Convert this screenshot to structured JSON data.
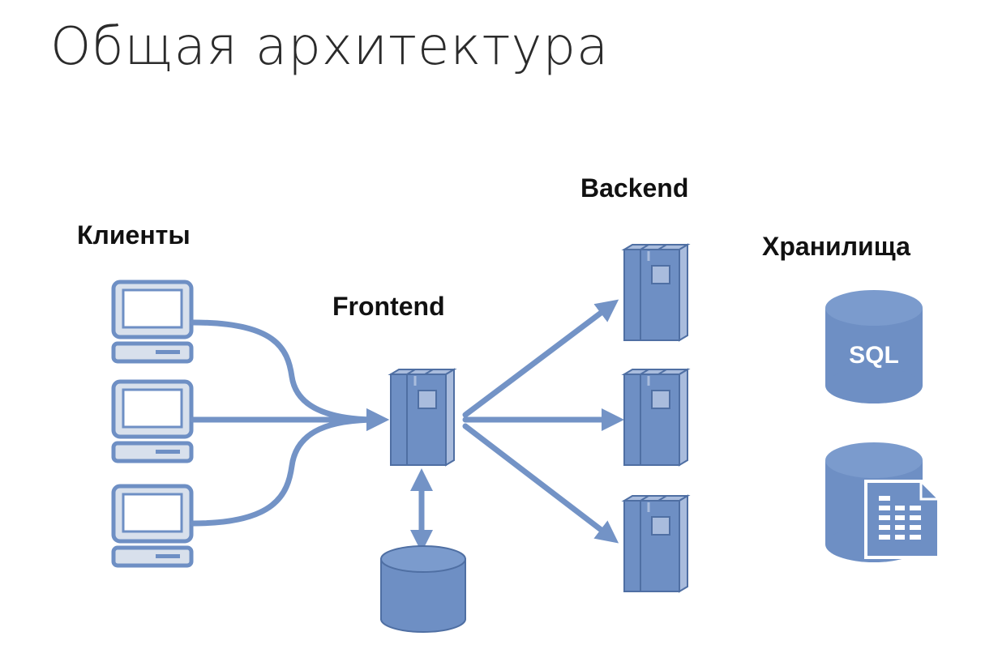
{
  "title": "Общая архитектура",
  "labels": {
    "clients": "Клиенты",
    "frontend": "Frontend",
    "backend": "Backend",
    "storage": "Хранилища"
  },
  "storage_items": {
    "sql_label": "SQL"
  },
  "icons": {
    "client": "desktop-computer-icon",
    "server": "server-tower-icon",
    "database": "database-cylinder-icon",
    "document_store": "database-document-icon"
  },
  "colors": {
    "fill": "#6E8FC4",
    "stroke": "#4F6FA3",
    "light": "#A9BCDD",
    "arrow": "#7393C6"
  }
}
